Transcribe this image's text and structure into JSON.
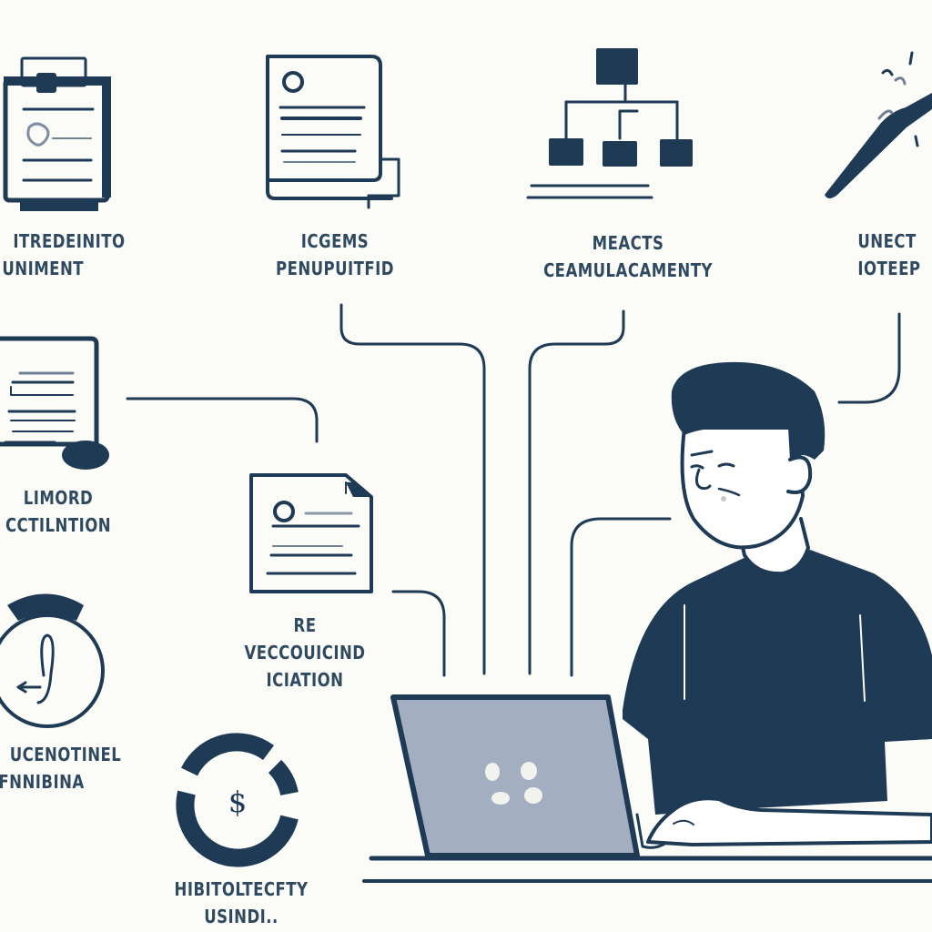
{
  "scene": {
    "description": "Flat illustration: person at laptop with connected document/diagram icons",
    "colors": {
      "ink": "#1e3a55",
      "background": "#fbfbf8",
      "laptop_screen": "#a3afc1",
      "skin": "#ffffff"
    }
  },
  "nodes": [
    {
      "id": "clipboard",
      "icon": "clipboard-icon",
      "label_lines": [
        "ITREDEINITO",
        "UNIMENT"
      ]
    },
    {
      "id": "document-top",
      "icon": "document-icon",
      "label_lines": [
        "ICGEMS",
        "PENUPUITFID"
      ]
    },
    {
      "id": "org-chart",
      "icon": "org-chart-icon",
      "label_lines": [
        "MEACTS",
        "CEAMULACAMENTY"
      ]
    },
    {
      "id": "wand",
      "icon": "magic-wand-icon",
      "label_lines": [
        "UNECT",
        "IOTEEP"
      ]
    },
    {
      "id": "certificate",
      "icon": "certificate-icon",
      "label_lines": [
        "LIMORD",
        "CCTILNTION"
      ]
    },
    {
      "id": "document-mid",
      "icon": "document-icon",
      "label_lines": [
        "RE",
        "VECCOUICIND",
        "ICIATION"
      ]
    },
    {
      "id": "stopwatch",
      "icon": "stopwatch-icon",
      "label_lines": [
        "UCENOTINEL",
        "FNNIBINA"
      ]
    },
    {
      "id": "currency-cycle",
      "icon": "currency-cycle-icon",
      "label_lines": [
        "HIBITOLTECFTY",
        "USINDI.."
      ]
    }
  ],
  "person": {
    "activity": "typing on laptop",
    "icon": "person-icon"
  },
  "laptop": {
    "icon": "laptop-icon"
  }
}
